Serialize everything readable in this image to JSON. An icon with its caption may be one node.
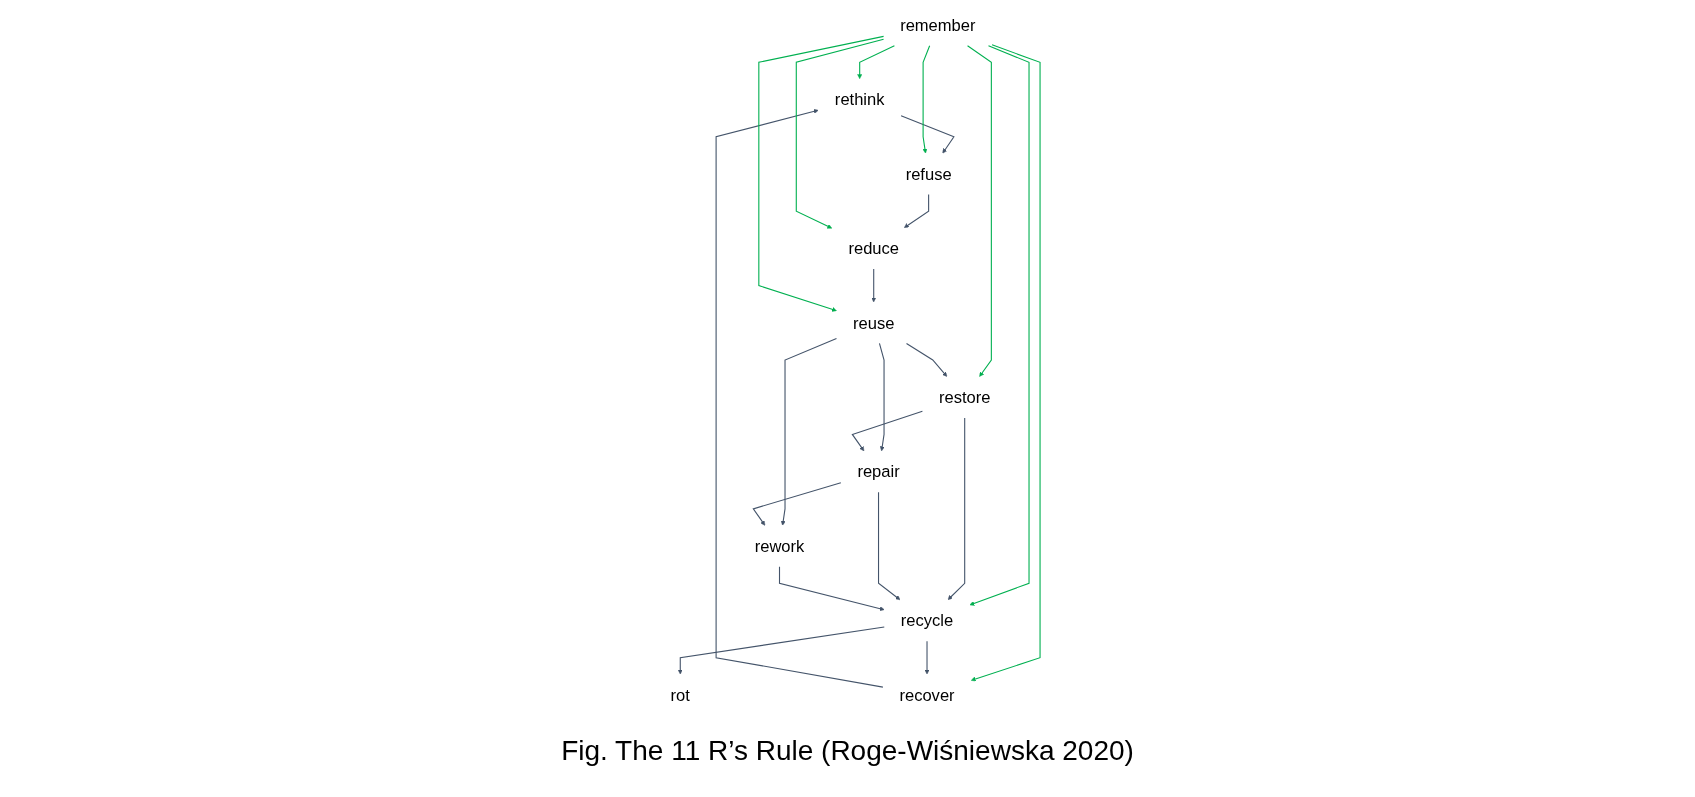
{
  "diagram": {
    "caption": "Fig.  The 11 R’s Rule (Roge-Wiśniewska 2020)",
    "nodes": [
      {
        "text": [
          "rethink"
        ]
      },
      {
        "text": [
          "recover"
        ]
      },
      {
        "text": [
          "refuse"
        ]
      },
      {
        "text": [
          "remember"
        ]
      },
      {
        "text": [
          "reduce"
        ]
      },
      {
        "text": [
          "rot"
        ]
      },
      {
        "text": [
          "recycle"
        ]
      },
      {
        "text": [
          "reuse"
        ]
      },
      {
        "text": [
          "restore"
        ]
      },
      {
        "text": [
          "repair"
        ]
      },
      {
        "text": [
          "rework"
        ]
      }
    ],
    "edges": [
      {
        "from": 1,
        "to": 0,
        "arrow": "to"
      },
      {
        "from": 0,
        "to": 2,
        "arrow": "to"
      },
      {
        "from": 2,
        "to": 4,
        "arrow": "to"
      },
      {
        "from": 4,
        "to": 7,
        "arrow": "to"
      },
      {
        "from": 3,
        "to": 0,
        "arrow": "to",
        "color": "#00b050"
      },
      {
        "from": 3,
        "to": 1,
        "arrow": "to",
        "color": "#00b050"
      },
      {
        "from": 3,
        "to": 2,
        "arrow": "to",
        "color": "#00b050"
      },
      {
        "from": 3,
        "to": 4,
        "arrow": "to",
        "color": "#00b050"
      },
      {
        "from": 3,
        "to": 7,
        "arrow": "to",
        "color": "#00b050"
      },
      {
        "from": 3,
        "to": 8,
        "arrow": "to",
        "color": "#00b050"
      },
      {
        "from": 3,
        "to": 6,
        "arrow": "to",
        "color": "#00b050"
      },
      {
        "from": 6,
        "to": 5,
        "arrow": "to"
      },
      {
        "from": 6,
        "to": 1,
        "arrow": "to"
      },
      {
        "from": 7,
        "to": 8,
        "arrow": "to"
      },
      {
        "from": 7,
        "to": 9,
        "arrow": "to"
      },
      {
        "from": 7,
        "to": 10,
        "arrow": "to"
      },
      {
        "from": 8,
        "to": 9,
        "arrow": "to"
      },
      {
        "from": 9,
        "to": 10,
        "arrow": "to"
      },
      {
        "from": 8,
        "to": 6,
        "arrow": "to"
      },
      {
        "from": 9,
        "to": 6,
        "arrow": "to"
      },
      {
        "from": 10,
        "to": 6,
        "arrow": "to"
      }
    ]
  }
}
